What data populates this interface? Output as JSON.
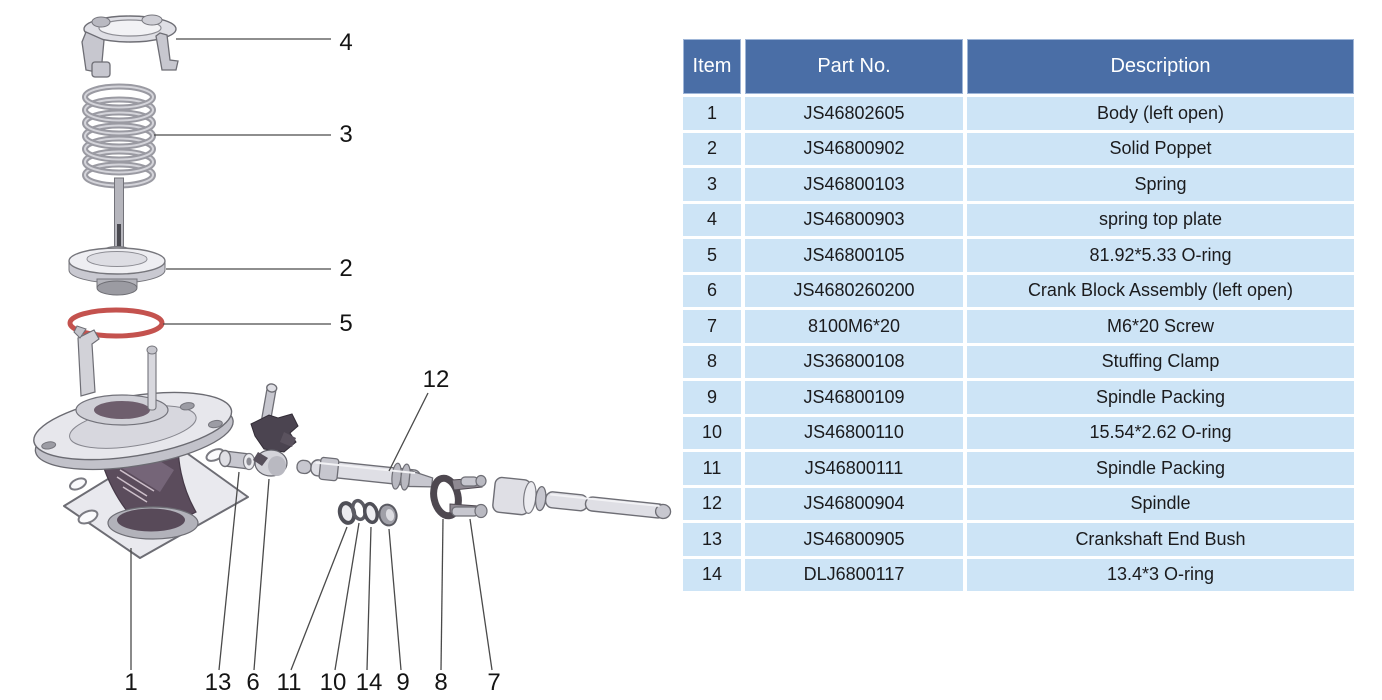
{
  "diagram": {
    "callouts": [
      "1",
      "2",
      "3",
      "4",
      "5",
      "6",
      "7",
      "8",
      "9",
      "10",
      "11",
      "12",
      "13",
      "14"
    ]
  },
  "table": {
    "headers": [
      "Item",
      "Part No.",
      "Description"
    ],
    "rows": [
      {
        "item": "1",
        "part_no": "JS46802605",
        "description": "Body (left open)"
      },
      {
        "item": "2",
        "part_no": "JS46800902",
        "description": "Solid Poppet"
      },
      {
        "item": "3",
        "part_no": "JS46800103",
        "description": "Spring"
      },
      {
        "item": "4",
        "part_no": "JS46800903",
        "description": "spring top plate"
      },
      {
        "item": "5",
        "part_no": "JS46800105",
        "description": "81.92*5.33 O-ring"
      },
      {
        "item": "6",
        "part_no": "JS4680260200",
        "description": "Crank Block Assembly (left open)"
      },
      {
        "item": "7",
        "part_no": "8100M6*20",
        "description": "M6*20 Screw"
      },
      {
        "item": "8",
        "part_no": "JS36800108",
        "description": "Stuffing Clamp"
      },
      {
        "item": "9",
        "part_no": "JS46800109",
        "description": "Spindle Packing"
      },
      {
        "item": "10",
        "part_no": "JS46800110",
        "description": "15.54*2.62 O-ring"
      },
      {
        "item": "11",
        "part_no": "JS46800111",
        "description": "Spindle Packing"
      },
      {
        "item": "12",
        "part_no": "JS46800904",
        "description": "Spindle"
      },
      {
        "item": "13",
        "part_no": "JS46800905",
        "description": "Crankshaft End Bush"
      },
      {
        "item": "14",
        "part_no": "DLJ6800117",
        "description": "13.4*3 O-ring"
      }
    ]
  },
  "colors": {
    "header_bg": "#4a6ea6",
    "header_text": "#ffffff",
    "row_bg": "#cde4f6",
    "cell_text": "#1b1b1d",
    "oring_red": "#c4524e"
  }
}
